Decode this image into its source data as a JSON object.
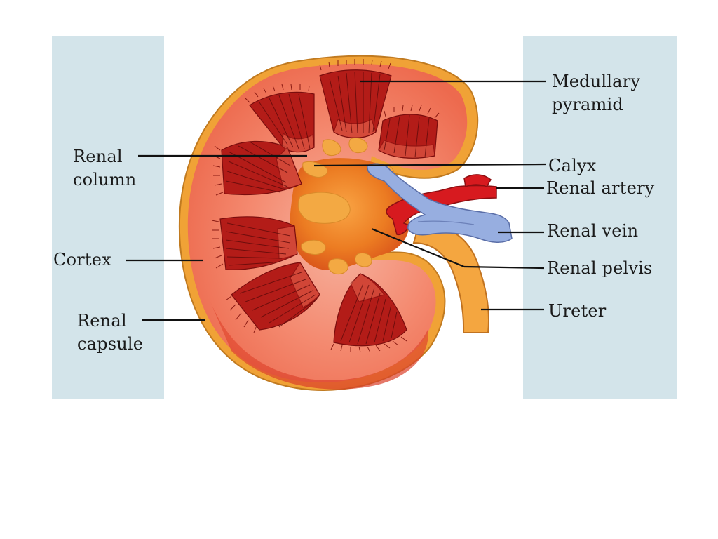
{
  "diagram": {
    "colors": {
      "panel_side": "#d3e4ea",
      "panel_center": "#ffffff",
      "capsule": "#f0a236",
      "cortex": "#f07157",
      "medulla": "#b31c18",
      "calyx": "#f3a943",
      "pelvis": "#e8731e",
      "artery": "#d71a1f",
      "vein": "#97aee0",
      "ureter": "#f4a640"
    },
    "labels": {
      "medullary_line1": "Medullary",
      "medullary_line2": "pyramid",
      "renal_column_line1": "Renal",
      "renal_column_line2": "column",
      "calyx": "Calyx",
      "renal_artery": "Renal artery",
      "renal_vein": "Renal vein",
      "cortex": "Cortex",
      "renal_pelvis": "Renal pelvis",
      "ureter": "Ureter",
      "renal_capsule_line1": "Renal",
      "renal_capsule_line2": "capsule"
    }
  }
}
